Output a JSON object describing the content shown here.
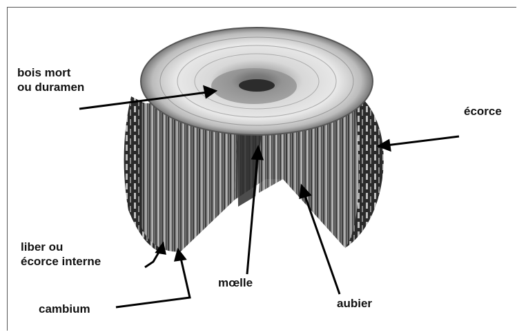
{
  "labels": {
    "heartwood": [
      "bois mort",
      "ou duramen"
    ],
    "bark": "écorce",
    "phloem": [
      "liber ou",
      "écorce interne"
    ],
    "pith": "mœlle",
    "sapwood": "aubier",
    "cambium": "cambium"
  },
  "colors": {
    "text": "#111111",
    "arrow": "#000000",
    "frame": "#555555"
  }
}
